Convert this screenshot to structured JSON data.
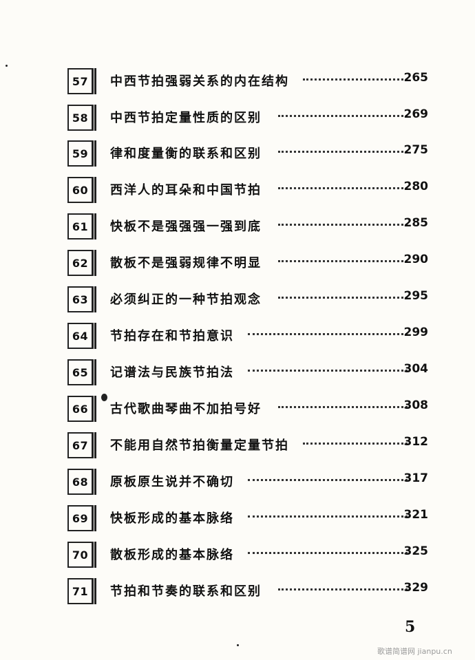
{
  "toc": {
    "entries": [
      {
        "num": "57",
        "title": "中西节拍强弱关系的内在结构",
        "page": "265"
      },
      {
        "num": "58",
        "title": "中西节拍定量性质的区别",
        "page": "269"
      },
      {
        "num": "59",
        "title": "律和度量衡的联系和区别",
        "page": "275"
      },
      {
        "num": "60",
        "title": "西洋人的耳朵和中国节拍",
        "page": "280"
      },
      {
        "num": "61",
        "title": "快板不是强强强一强到底",
        "page": "285"
      },
      {
        "num": "62",
        "title": "散板不是强弱规律不明显",
        "page": "290"
      },
      {
        "num": "63",
        "title": "必须纠正的一种节拍观念",
        "page": "295"
      },
      {
        "num": "64",
        "title": "节拍存在和节拍意识",
        "page": "299"
      },
      {
        "num": "65",
        "title": "记谱法与民族节拍法",
        "page": "304"
      },
      {
        "num": "66",
        "title": "古代歌曲琴曲不加拍号好",
        "page": "308"
      },
      {
        "num": "67",
        "title": "不能用自然节拍衡量定量节拍",
        "page": "312"
      },
      {
        "num": "68",
        "title": "原板原生说并不确切",
        "page": "317"
      },
      {
        "num": "69",
        "title": "快板形成的基本脉络",
        "page": "321"
      },
      {
        "num": "70",
        "title": "散板形成的基本脉络",
        "page": "325"
      },
      {
        "num": "71",
        "title": "节拍和节奏的联系和区别",
        "page": "329"
      }
    ]
  },
  "footer": {
    "page_number": "5",
    "watermark": "歌谱简谱网 jianpu.cn"
  }
}
